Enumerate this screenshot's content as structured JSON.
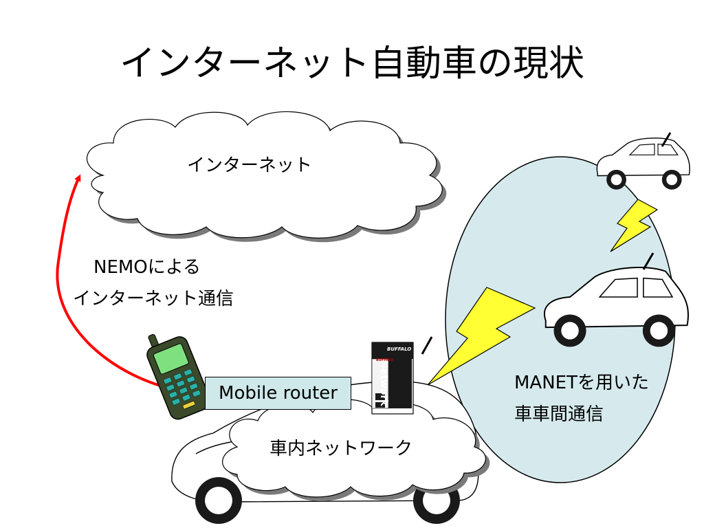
{
  "title": "インターネット自動車の現状",
  "internet_label": "インターネット",
  "nemo_label": {
    "line1": "NEMOによる",
    "line2": "インターネット通信"
  },
  "mobile_router_label": "Mobile router",
  "in_vehicle_network_label": "車内ネットワーク",
  "manet_label": {
    "line1": "MANETを用いた",
    "line2": "車車間通信"
  },
  "device_card": {
    "brand": "BUFFALO",
    "brand_small": "BUFFALO",
    "product_text": "Network"
  },
  "colors": {
    "arrow": "#ff0000",
    "lightning": "#ffff33",
    "manet_ellipse": "#d6eaee",
    "router_box": "#cfe8ea",
    "phone_body": "#3a4a2a",
    "phone_screen": "#7fe07f",
    "phone_keys": "#2ab0a8"
  },
  "icons": [
    "cloud-icon",
    "car-icon",
    "lightning-icon",
    "mobile-phone-icon",
    "network-card-icon",
    "antenna-icon",
    "arrow-icon"
  ]
}
